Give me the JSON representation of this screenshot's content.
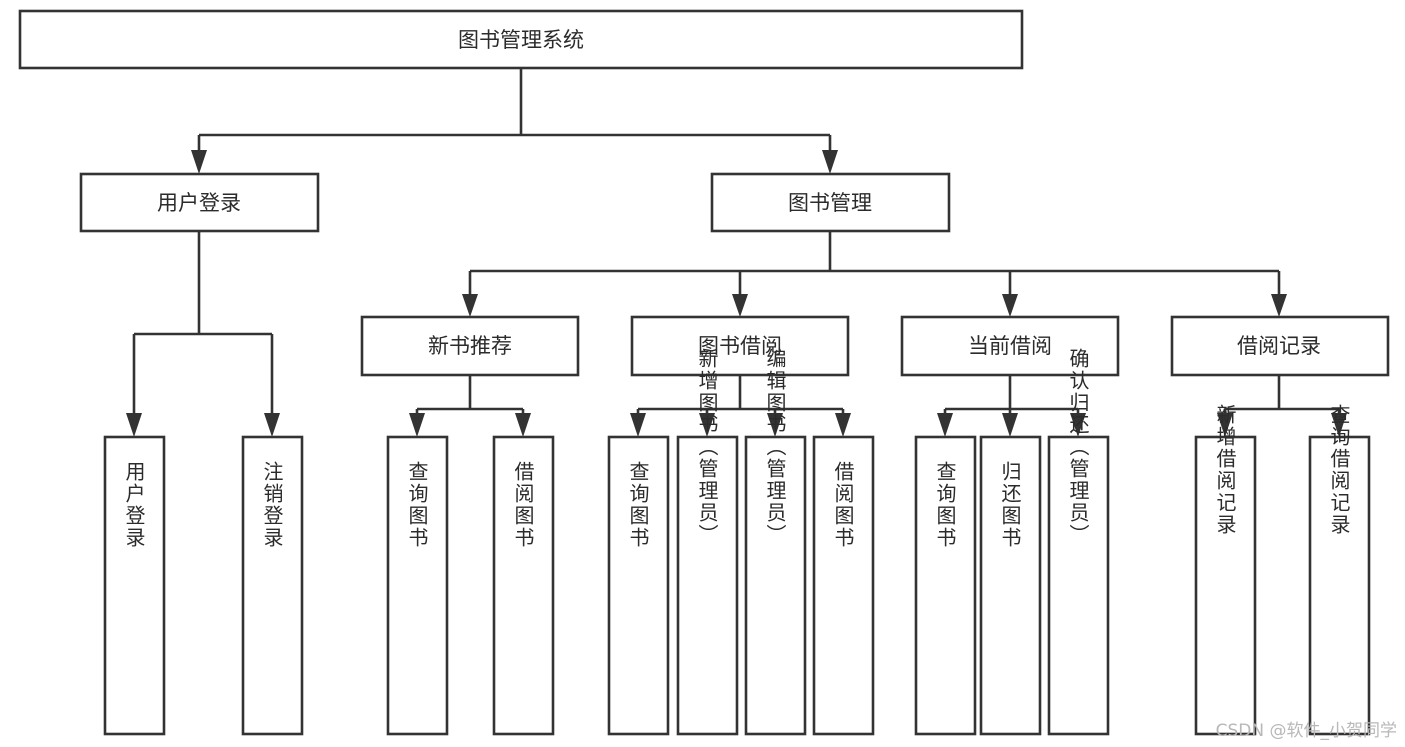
{
  "diagram": {
    "title": "图书管理系统",
    "type": "tree",
    "orientation": "top-down",
    "levels": 4,
    "nodes": {
      "root": {
        "label": "图书管理系统",
        "level": 1
      },
      "l2_a": {
        "label": "用户登录",
        "level": 2
      },
      "l2_b": {
        "label": "图书管理",
        "level": 2
      },
      "l3_a": {
        "label": "新书推荐",
        "level": 3
      },
      "l3_b": {
        "label": "图书借阅",
        "level": 3
      },
      "l3_c": {
        "label": "当前借阅",
        "level": 3
      },
      "l3_d": {
        "label": "借阅记录",
        "level": 3
      },
      "leaf_1": {
        "label": "用户登录",
        "level": 4
      },
      "leaf_2": {
        "label": "注销登录",
        "level": 4
      },
      "leaf_3": {
        "label": "查询图书",
        "level": 4
      },
      "leaf_4": {
        "label": "借阅图书",
        "level": 4
      },
      "leaf_5": {
        "label": "查询图书",
        "level": 4
      },
      "leaf_6": {
        "label": "新增图书（管理员）",
        "level": 4
      },
      "leaf_7": {
        "label": "编辑图书（管理员）",
        "level": 4
      },
      "leaf_8": {
        "label": "借阅图书",
        "level": 4
      },
      "leaf_9": {
        "label": "查询图书",
        "level": 4
      },
      "leaf_10": {
        "label": "归还图书",
        "level": 4
      },
      "leaf_11": {
        "label": "确认归还（管理员）",
        "level": 4
      },
      "leaf_12": {
        "label": "新增借阅记录",
        "level": 4
      },
      "leaf_13": {
        "label": "查询借阅记录",
        "level": 4
      }
    },
    "edges": [
      {
        "from": "root",
        "to": "l2_a"
      },
      {
        "from": "root",
        "to": "l2_b"
      },
      {
        "from": "l2_a",
        "to": "leaf_1"
      },
      {
        "from": "l2_a",
        "to": "leaf_2"
      },
      {
        "from": "l2_b",
        "to": "l3_a"
      },
      {
        "from": "l2_b",
        "to": "l3_b"
      },
      {
        "from": "l2_b",
        "to": "l3_c"
      },
      {
        "from": "l2_b",
        "to": "l3_d"
      },
      {
        "from": "l3_a",
        "to": "leaf_3"
      },
      {
        "from": "l3_a",
        "to": "leaf_4"
      },
      {
        "from": "l3_b",
        "to": "leaf_5"
      },
      {
        "from": "l3_b",
        "to": "leaf_6"
      },
      {
        "from": "l3_b",
        "to": "leaf_7"
      },
      {
        "from": "l3_b",
        "to": "leaf_8"
      },
      {
        "from": "l3_c",
        "to": "leaf_9"
      },
      {
        "from": "l3_c",
        "to": "leaf_10"
      },
      {
        "from": "l3_c",
        "to": "leaf_11"
      },
      {
        "from": "l3_d",
        "to": "leaf_12"
      },
      {
        "from": "l3_d",
        "to": "leaf_13"
      }
    ],
    "colors": {
      "background": "#ffffff",
      "box_fill": "#ffffff",
      "box_stroke": "#333333",
      "text": "#2b2b2b",
      "watermark": "#b8b8b8"
    }
  },
  "watermark": {
    "text": "CSDN @软件_小贺同学"
  }
}
